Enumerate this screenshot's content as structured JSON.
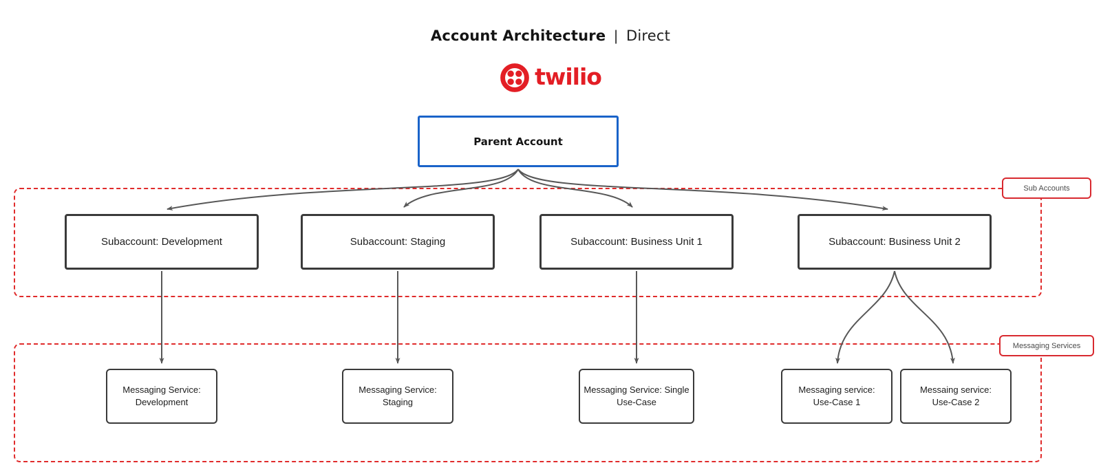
{
  "title": {
    "primary": "Account Architecture",
    "separator": "|",
    "secondary": "Direct"
  },
  "logo": {
    "brand": "twilio",
    "color": "#E31E25"
  },
  "parent": {
    "label": "Parent Account",
    "border_color": "#1A63C9"
  },
  "regions": {
    "sub_accounts": {
      "label": "Sub Accounts",
      "border_color": "#E02B2B"
    },
    "messaging_services": {
      "label": "Messaging Services",
      "border_color": "#E02B2B"
    }
  },
  "subaccounts": [
    {
      "label": "Subaccount: Development"
    },
    {
      "label": "Subaccount: Staging"
    },
    {
      "label": "Subaccount: Business Unit 1"
    },
    {
      "label": "Subaccount: Business Unit 2"
    }
  ],
  "messaging_services": [
    {
      "label": "Messaging Service:\nDevelopment",
      "parent": "Subaccount: Development"
    },
    {
      "label": "Messaging Service:\nStaging",
      "parent": "Subaccount: Staging"
    },
    {
      "label": "Messaging Service:  Single\nUse-Case",
      "parent": "Subaccount: Business Unit 1"
    },
    {
      "label": "Messaging service:\nUse-Case 1",
      "parent": "Subaccount: Business Unit 2"
    },
    {
      "label": "Messaing service:\nUse-Case 2",
      "parent": "Subaccount: Business Unit 2"
    }
  ],
  "colors": {
    "brand_red": "#E31E25",
    "region_red": "#E02B2B",
    "parent_blue": "#1A63C9",
    "node_border": "#3A3A3A",
    "arrow_gray": "#575757"
  }
}
